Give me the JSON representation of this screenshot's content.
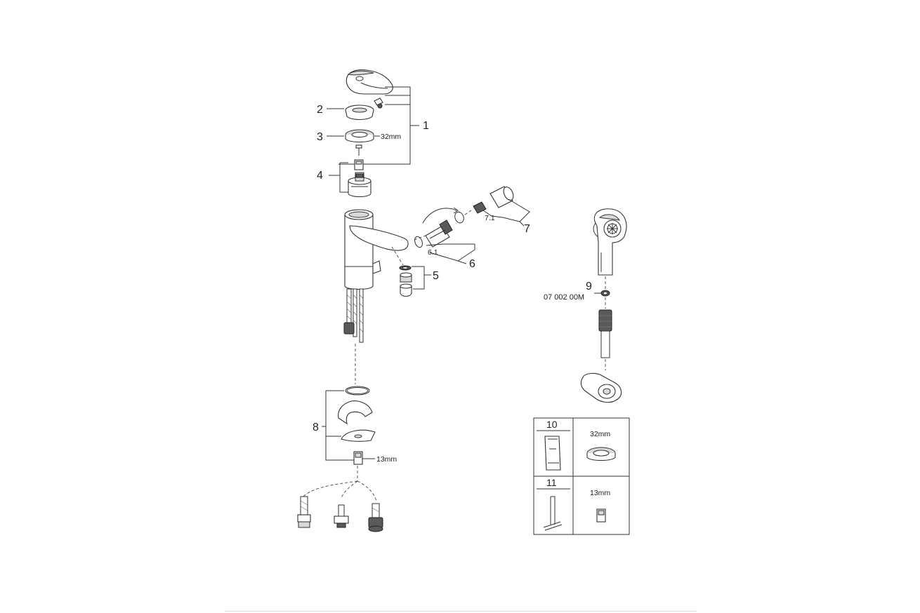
{
  "callouts": {
    "c1": "1",
    "c2": "2",
    "c3": "3",
    "c4": "4",
    "c5": "5",
    "c6": "6",
    "c6_1": "6.1",
    "c7": "7",
    "c7_1": "7.1",
    "c8": "8",
    "c9": "9",
    "c10": "10",
    "c11": "11"
  },
  "dimensions": {
    "ring_32": "32mm",
    "nut_13": "13mm",
    "tool10_size": "32mm",
    "tool11_size": "13mm"
  },
  "part_codes": {
    "seal_9": "07 002 00M"
  },
  "colors": {
    "line": "#333333",
    "shade": "#d9d9d9",
    "dark": "#5a5a5a",
    "background": "#ffffff"
  }
}
